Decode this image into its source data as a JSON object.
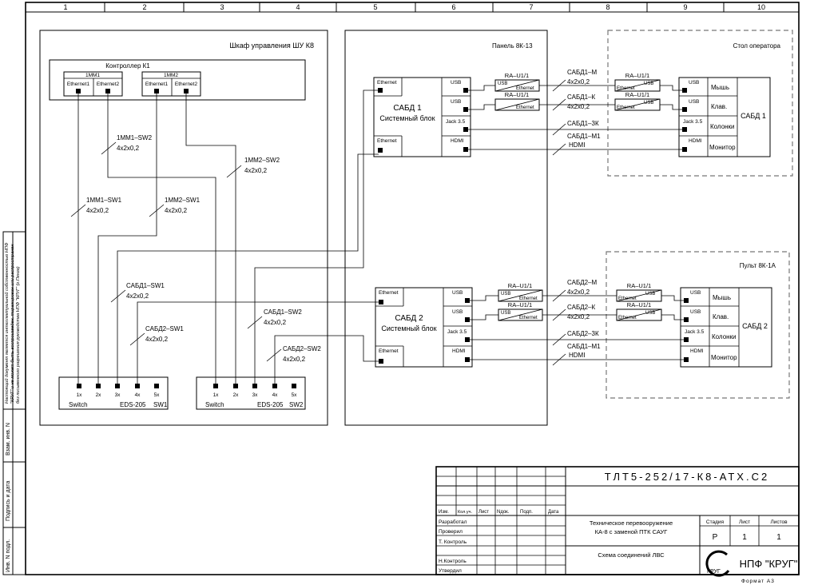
{
  "columns": [
    "1",
    "2",
    "3",
    "4",
    "5",
    "6",
    "7",
    "8",
    "9",
    "10"
  ],
  "cabinet": {
    "title": "Шкаф управления ШУ К8",
    "controller": {
      "title": "Контроллер К1",
      "modules": [
        {
          "name": "1ММ1",
          "ports": [
            "Ethernet1",
            "Ethernet2"
          ]
        },
        {
          "name": "1ММ2",
          "ports": [
            "Ethernet1",
            "Ethernet2"
          ]
        }
      ]
    },
    "switches": [
      {
        "ports": [
          "1x",
          "2x",
          "3x",
          "4x",
          "5x"
        ],
        "label": "Switch",
        "model": "EDS-205",
        "id": "SW1"
      },
      {
        "ports": [
          "1x",
          "2x",
          "3x",
          "4x",
          "5x"
        ],
        "label": "Switch",
        "model": "EDS-205",
        "id": "SW2"
      }
    ]
  },
  "cables": [
    {
      "name": "1ММ1–SW2",
      "spec": "4x2x0,2"
    },
    {
      "name": "1ММ2–SW2",
      "spec": "4x2x0,2"
    },
    {
      "name": "1ММ1–SW1",
      "spec": "4x2x0,2"
    },
    {
      "name": "1ММ2–SW1",
      "spec": "4x2x0,2"
    },
    {
      "name": "САБД1–SW1",
      "spec": "4x2x0,2"
    },
    {
      "name": "САБД2–SW1",
      "spec": "4x2x0,2"
    },
    {
      "name": "САБД1–SW2",
      "spec": "4x2x0,2"
    },
    {
      "name": "САБД2–SW2",
      "spec": "4x2x0,2"
    }
  ],
  "panel": {
    "title": "Панель 8К-13",
    "units": [
      {
        "title": "САБД 1",
        "subtitle": "Системный блок",
        "eth": "Ethernet",
        "ports": [
          "USB",
          "USB",
          "Jack 3.5",
          "HDMI"
        ]
      },
      {
        "title": "САБД 2",
        "subtitle": "Системный блок",
        "eth": "Ethernet",
        "ports": [
          "USB",
          "USB",
          "Jack 3.5",
          "HDMI"
        ]
      }
    ]
  },
  "extender": {
    "name": "RA–U1/1",
    "usb": "USB",
    "eth": "Ethernet"
  },
  "links": [
    {
      "name": "САБД1–М",
      "spec": "4x2x0,2"
    },
    {
      "name": "САБД1–К",
      "spec": "4x2x0,2"
    },
    {
      "name": "САБД1–3К",
      "spec": ""
    },
    {
      "name": "САБД1–М1",
      "spec": "HDMI"
    },
    {
      "name": "САБД2–М",
      "spec": "4x2x0,2"
    },
    {
      "name": "САБД2–К",
      "spec": "4x2x0,2"
    },
    {
      "name": "САБД2–3К",
      "spec": ""
    },
    {
      "name": "САБД1–М1",
      "spec": "HDMI"
    }
  ],
  "workstations": [
    {
      "title": "Стол оператора",
      "unit": "САБД 1",
      "ports": [
        "USB",
        "USB",
        "Jack 3.5",
        "HDMI"
      ],
      "devices": [
        "Мышь",
        "Клав.",
        "Колонки",
        "Монитор"
      ]
    },
    {
      "title": "Пульт 8К-1А",
      "unit": "САБД 2",
      "ports": [
        "USB",
        "USB",
        "Jack 3.5",
        "HDMI"
      ],
      "devices": [
        "Мышь",
        "Клав.",
        "Колонки",
        "Монитор"
      ]
    }
  ],
  "side_stamp": {
    "note_lines": [
      "Настоящий документ является интеллектуальной собственностью НПФ",
      "\"КРУГ\" и не может быть воспроизведен, тиражирован или распространен",
      "без письменного разрешения руководства НПФ \"КРУГ\" (г.Пенза)"
    ],
    "cells": [
      "Взам. инв. N",
      "Подпись и дата",
      "Инв. N подл."
    ]
  },
  "title_block": {
    "doc_code": "ТЛТ5-252/17-К8-АТХ.С2",
    "headers": [
      "Изм.",
      "Кол.уч.",
      "Лист",
      "Nдок.",
      "Подп.",
      "Дата"
    ],
    "roles": [
      "Разработал",
      "Проверил",
      "Т. Контроль",
      "",
      "Н.Контроль",
      "Утвердил"
    ],
    "project_line1": "Техническое перевооружение",
    "project_line2": "КА-8 с заменой ПТК САУГ",
    "sheet_title": "Схема соединений ЛВС",
    "stage_label": "Стадия",
    "sheet_label": "Лист",
    "sheets_label": "Листов",
    "stage": "Р",
    "sheet": "1",
    "sheets": "1",
    "logo_small": "КРУГ",
    "company": "НПФ \"КРУГ\"",
    "format": "Формат А3"
  }
}
